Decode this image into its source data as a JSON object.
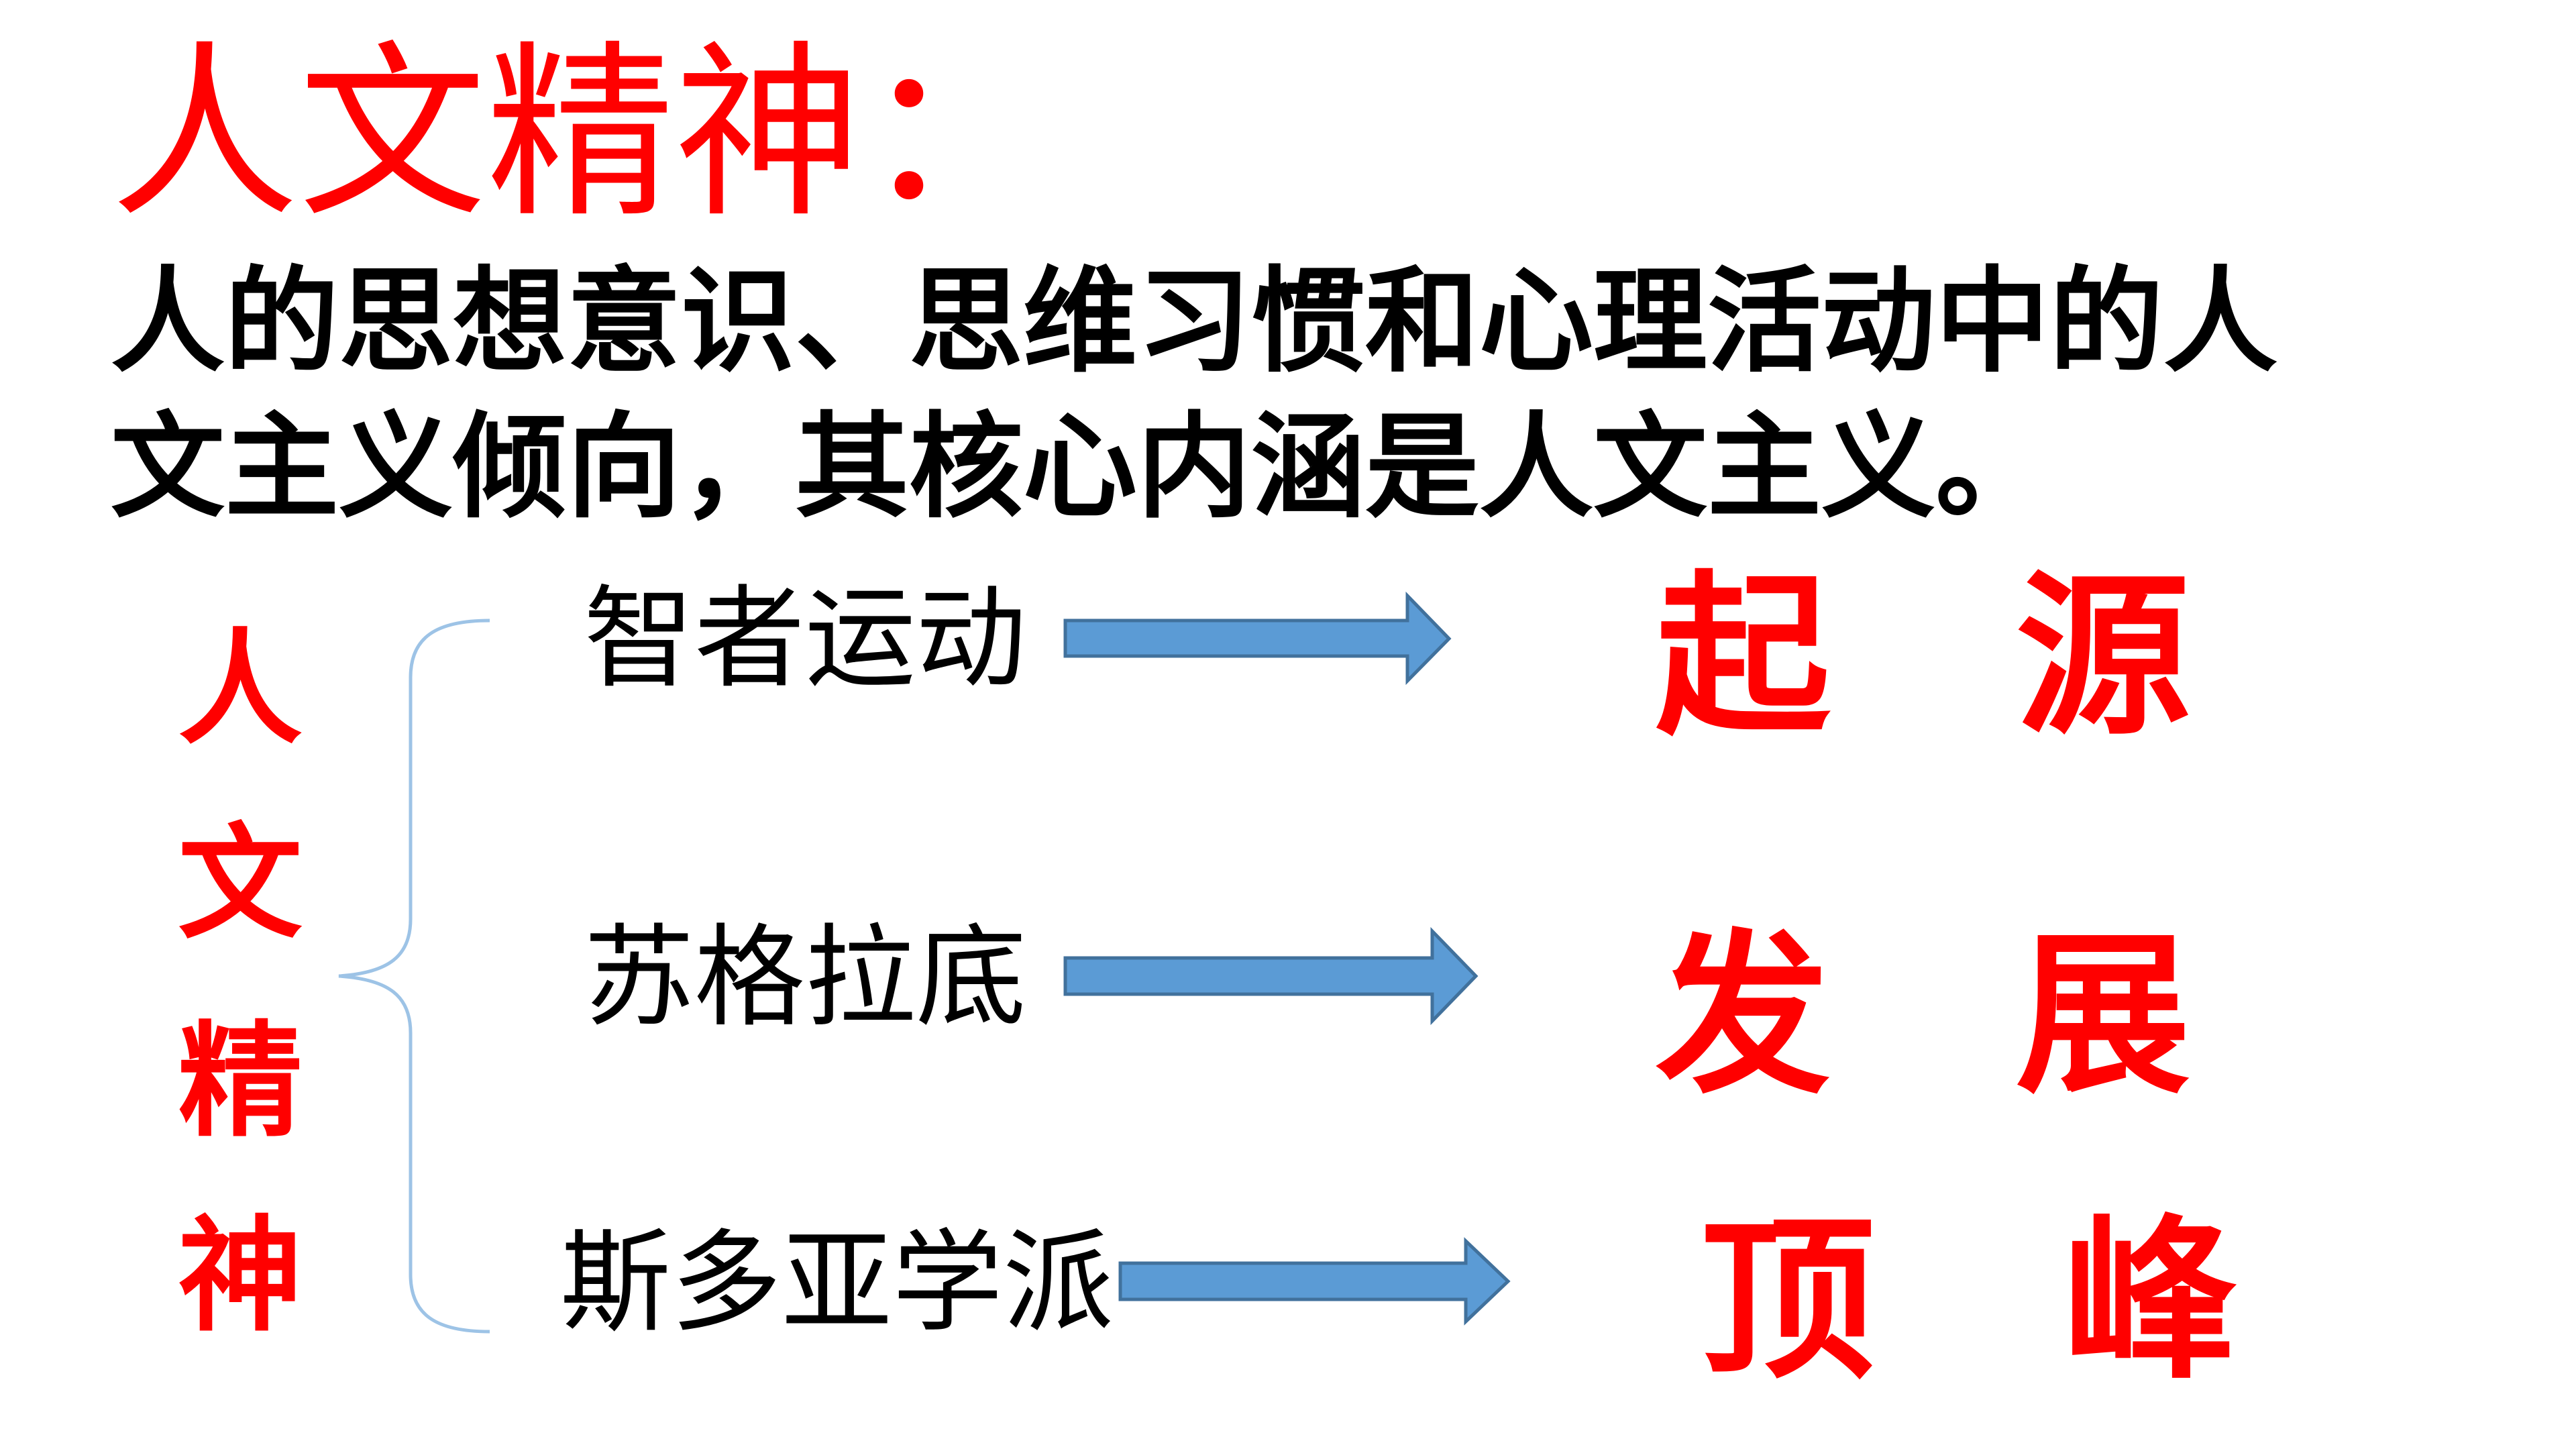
{
  "title": "人文精神：",
  "definition": {
    "line1": "人的思想意识、思维习惯和心理活动中的人",
    "line2": "文主义倾向，其核心内涵是人文主义。"
  },
  "vertical_label": [
    "人",
    "文",
    "精",
    "神"
  ],
  "branches": [
    {
      "item": "智者运动",
      "result_1": "起",
      "result_2": "源"
    },
    {
      "item": "苏格拉底",
      "result_1": "发",
      "result_2": "展"
    },
    {
      "item": "斯多亚学派",
      "result_1": "顶",
      "result_2": "峰"
    }
  ],
  "colors": {
    "accent_red": "#ff0000",
    "arrow_fill": "#5b9bd5",
    "arrow_stroke": "#41719c",
    "brace": "#9dc3e6",
    "text": "#000000"
  }
}
